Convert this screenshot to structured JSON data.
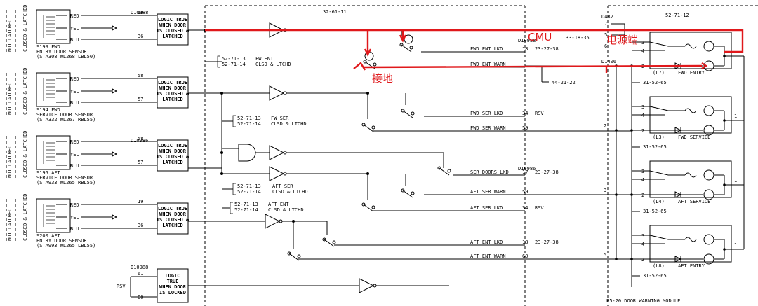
{
  "sensors": [
    {
      "ref": "S199",
      "pos": "FWD",
      "name": "ENTRY DOOR SENSOR",
      "sta": "(STA308 WL268 LBL50)",
      "pin_in": "19",
      "pin_out": "36",
      "plug": "D10988"
    },
    {
      "ref": "S194",
      "pos": "FWD",
      "name": "SERVICE DOOR SENSOR",
      "sta": "(STA332 WL267 RBL55)",
      "pin_in": "58",
      "pin_out": "57",
      "plug": ""
    },
    {
      "ref": "S195",
      "pos": "AFT",
      "name": "SERVICE DOOR SENSOR",
      "sta": "(STA933 WL265 RBL55)",
      "pin_in": "58",
      "pin_out": "57",
      "plug": "D10986"
    },
    {
      "ref": "S200",
      "pos": "AFT",
      "name": "ENTRY DOOR SENSOR",
      "sta": "(STA993 WL265 LBL55)",
      "pin_in": "19",
      "pin_out": "36",
      "plug": ""
    }
  ],
  "wire_colors": [
    "RED",
    "YEL",
    "BLU"
  ],
  "side_labels": {
    "not_latched": "NOT LATCHED",
    "closed_latched": "CLOSED & LATCHED"
  },
  "logic_box": {
    "l1": "LOGIC TRUE",
    "l2": "WHEN DOOR",
    "l3": "IS CLOSED &",
    "l4": "LATCHED"
  },
  "logic_box_locked": {
    "l1": "LOGIC",
    "l2": "TRUE",
    "l3": "WHEN DOOR",
    "l4": "IS LOCKED",
    "plug": "D10988",
    "pin1": "61",
    "pin2": "60",
    "rsv": "RSV"
  },
  "module_ref": "32-61-11",
  "refs": {
    "fw_ent": {
      "a": "52-71-13",
      "b": "52-71-14",
      "txt1": "FW ENT",
      "txt2": "CLSD & LTCHD"
    },
    "fw_ser": {
      "a": "52-71-13",
      "b": "52-71-14",
      "txt1": "FW SER",
      "txt2": "CLSD & LTCHD"
    },
    "aft_ser": {
      "a": "52-71-13",
      "b": "52-71-14",
      "txt1": "AFT SER",
      "txt2": "CLSD & LTCHD"
    },
    "aft_ent": {
      "a": "52-71-13",
      "b": "52-71-14",
      "txt1": "AFT ENT",
      "txt2": "CLSD & LTCHD"
    }
  },
  "outputs": [
    {
      "label": "FWD ENT LKD",
      "pin": "18",
      "ref": "23-27-38"
    },
    {
      "label": "FWD ENT WARN",
      "pin": "",
      "ref": ""
    },
    {
      "label": "FWD SER LKD",
      "pin": "34",
      "ref": "RSV"
    },
    {
      "label": "FWD SER WARN",
      "pin": "59",
      "ref": ""
    },
    {
      "label": "SER DOORS LKD",
      "pin": "17",
      "ref": "23-27-38"
    },
    {
      "label": "AFT SER WARN",
      "pin": "59",
      "ref": ""
    },
    {
      "label": "AFT SER LKD",
      "pin": "34",
      "ref": "RSV"
    },
    {
      "label": "AFT ENT LKD",
      "pin": "18",
      "ref": "23-27-38"
    },
    {
      "label": "AFT ENT WARN",
      "pin": "60",
      "ref": ""
    }
  ],
  "plugs": {
    "p1": "D10988",
    "p2": "D10986",
    "p3": "D1406",
    "p4": "D482"
  },
  "misc_refs": {
    "r1": "44-21-22",
    "r2": "33-18-35",
    "pins_d482": [
      "7",
      "5",
      "6"
    ]
  },
  "module": {
    "ref": "52-71-12",
    "name": "P5-20  DOOR WARNING MODULE",
    "lights": [
      {
        "id": "(L7)",
        "name": "FWD ENTRY",
        "ref": "31-52-65",
        "pin_in": ""
      },
      {
        "id": "(L3)",
        "name": "FWD SERVICE",
        "ref": "31-52-65",
        "pin_in": "2"
      },
      {
        "id": "(L4)",
        "name": "AFT SERVICE",
        "ref": "31-52-65",
        "pin_in": "3"
      },
      {
        "id": "(L8)",
        "name": "AFT ENTRY",
        "ref": "31-52-65",
        "pin_in": "5"
      }
    ],
    "pins": [
      "3",
      "4",
      "2",
      "1"
    ]
  },
  "annotations": {
    "cmu": "CMU",
    "power": "电源端",
    "ground": "接地"
  }
}
